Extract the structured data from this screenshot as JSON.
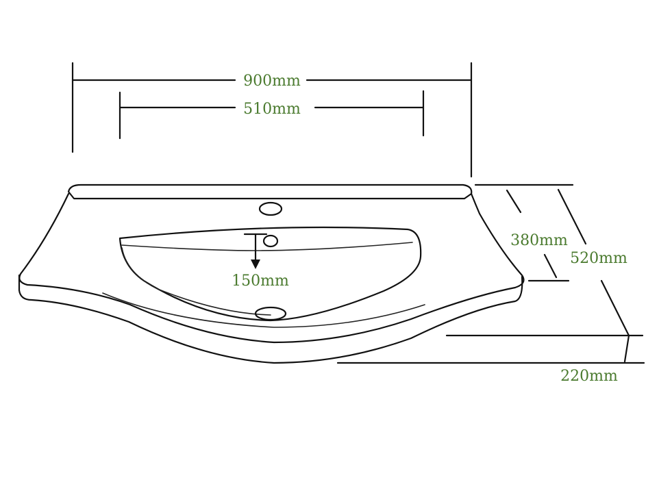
{
  "dimensions": {
    "overall_width": "900mm",
    "bowl_width": "510mm",
    "bowl_depth": "380mm",
    "overall_depth": "520mm",
    "drain_depth": "150mm",
    "front_projection": "220mm"
  },
  "colors": {
    "label": "#4a7a2e",
    "line": "#111111",
    "background": "#ffffff"
  }
}
